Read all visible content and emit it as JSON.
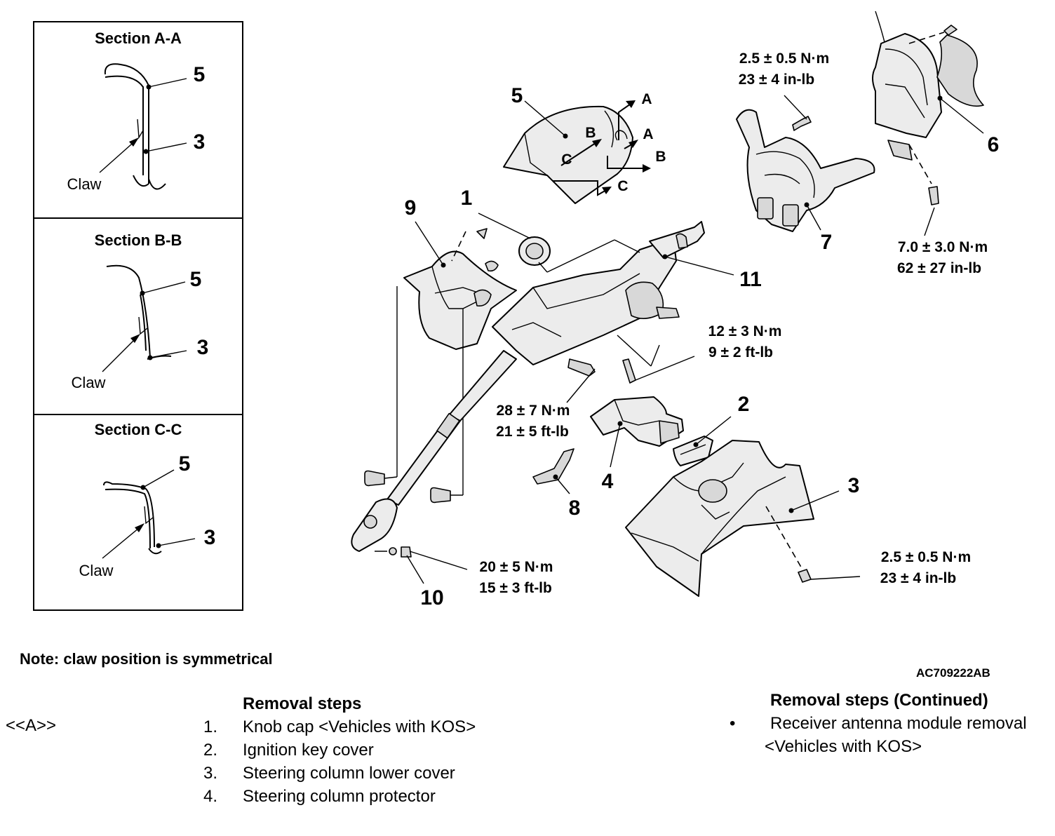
{
  "sections": [
    {
      "title": "Section A-A",
      "label_top": "5",
      "label_bottom": "3",
      "claw": "Claw"
    },
    {
      "title": "Section B-B",
      "label_top": "5",
      "label_bottom": "3",
      "claw": "Claw"
    },
    {
      "title": "Section C-C",
      "label_top": "5",
      "label_bottom": "3",
      "claw": "Claw"
    }
  ],
  "callouts": {
    "p1": "1",
    "p2": "2",
    "p3": "3",
    "p4": "4",
    "p5": "5",
    "p6": "6",
    "p7": "7",
    "p8": "8",
    "p9": "9",
    "p10": "10",
    "p11": "11"
  },
  "section_markers": {
    "a1": "A",
    "a2": "A",
    "b1": "B",
    "b2": "B",
    "c1": "C",
    "c2": "C"
  },
  "torques": {
    "t_switch": {
      "metric": "2.5 ± 0.5 N·m",
      "imperial": "23 ± 4 in-lb"
    },
    "t_receiver": {
      "metric": "7.0 ± 3.0 N·m",
      "imperial": "62 ± 27 in-lb"
    },
    "t_column": {
      "metric": "12 ± 3 N·m",
      "imperial": "9 ± 2 ft-lb"
    },
    "t_bracket": {
      "metric": "28 ± 7 N·m",
      "imperial": "21 ± 5 ft-lb"
    },
    "t_joint": {
      "metric": "20 ± 5 N·m",
      "imperial": "15 ± 3 ft-lb"
    },
    "t_cover": {
      "metric": "2.5 ± 0.5 N·m",
      "imperial": "23 ± 4 in-lb"
    }
  },
  "note": "Note: claw position is symmetrical",
  "figure_code": "AC709222AB",
  "removal_symbol": "<<A>>",
  "removal_steps": {
    "header": "Removal steps",
    "items": [
      {
        "n": "1.",
        "text": "Knob cap <Vehicles with KOS>"
      },
      {
        "n": "2.",
        "text": "Ignition key cover"
      },
      {
        "n": "3.",
        "text": "Steering column lower cover"
      },
      {
        "n": "4.",
        "text": "Steering column protector"
      }
    ]
  },
  "removal_steps_continued": {
    "header": "Removal steps (Continued)",
    "bullet": "•",
    "item": "Receiver antenna module removal",
    "extra": "<Vehicles with KOS>"
  }
}
